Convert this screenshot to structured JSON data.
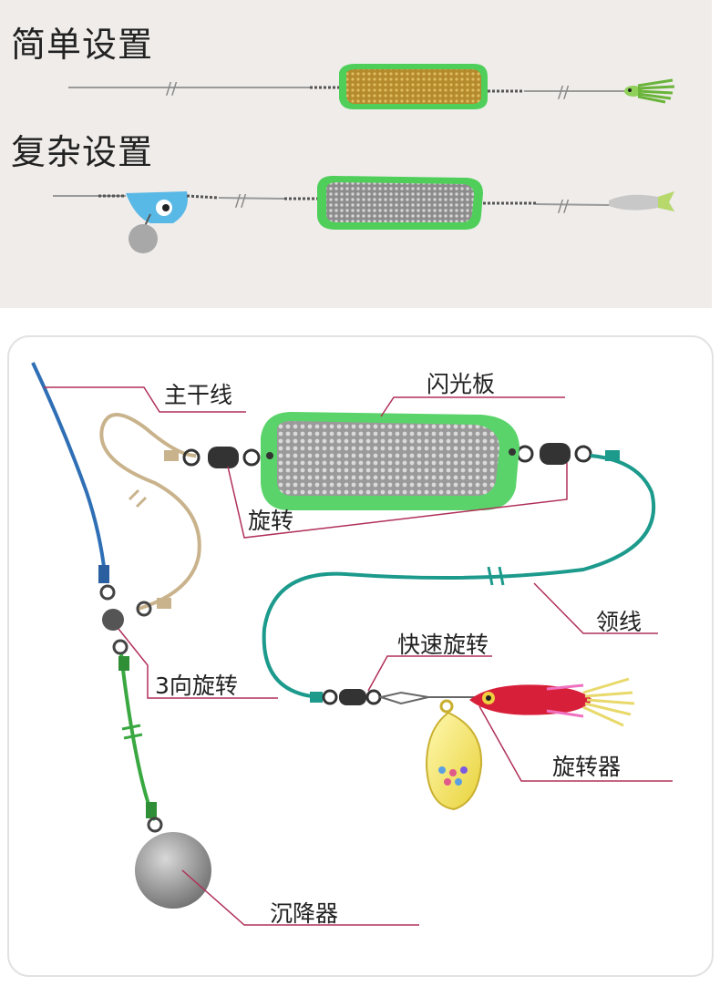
{
  "simple_setup": {
    "title": "简单设置"
  },
  "complex_setup": {
    "title": "复杂设置"
  },
  "diagram": {
    "labels": {
      "main_line": "主干线",
      "flasher": "闪光板",
      "swivel": "旋转",
      "leader": "领线",
      "quick_swivel": "快速旋转",
      "three_way_swivel": "3向旋转",
      "spinner": "旋转器",
      "sinker": "沉降器"
    }
  },
  "colors": {
    "main_line": "#2f6fb5",
    "leader_line": "#1c9a8c",
    "dropper_line": "#c9b38c",
    "sinker_line": "#3aa841",
    "callout": "#b03058",
    "flasher_frame": "#5ad46a",
    "lure_body": "#d81f3a",
    "spinner_blade": "#f0e060"
  }
}
